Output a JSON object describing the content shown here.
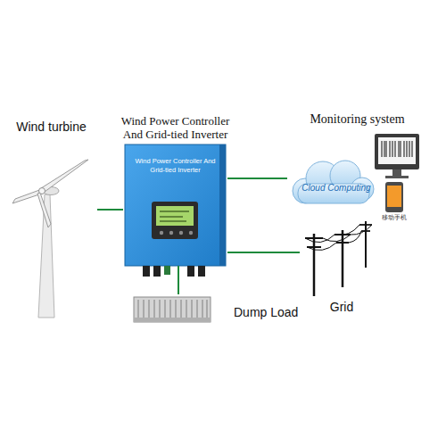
{
  "diagram": {
    "nodes": [
      {
        "text": [
          "Wind turbine"
        ]
      },
      {
        "text": [
          "Wind Power Controller And Grid-tied Inverter",
          "Wind Power Controller And Grid-tied Inverter"
        ]
      },
      {
        "text": [
          "Monitoring system"
        ]
      },
      {
        "text": [
          "Grid"
        ]
      },
      {
        "text": [
          "Dump Load"
        ]
      }
    ],
    "edges": [
      {
        "from": 0,
        "to": 1,
        "arrow": "none"
      },
      {
        "from": 1,
        "to": 2,
        "arrow": "none"
      },
      {
        "from": 1,
        "to": 3,
        "arrow": "none"
      },
      {
        "from": 1,
        "to": 4,
        "arrow": "none"
      }
    ],
    "labels": [
      "Cloud Computing",
      "移动手机"
    ]
  }
}
